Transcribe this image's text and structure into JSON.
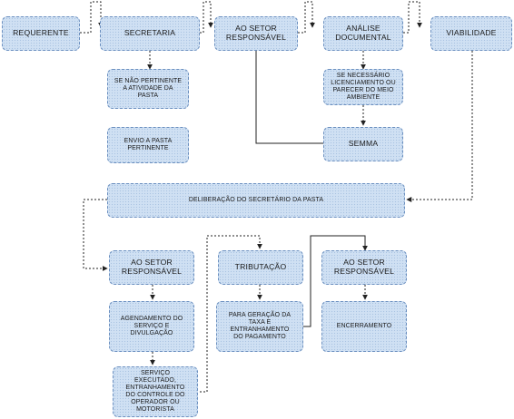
{
  "nodes": {
    "requerente": "REQUERENTE",
    "secretaria": "SECRETARIA",
    "setor1": "AO SETOR\nRESPONSÁVEL",
    "analise": "ANÁLISE\nDOCUMENTAL",
    "viabilidade": "VIABILIDADE",
    "nao_pertinente": "SE NÃO PERTINENTE\nA ATIVIDADE DA\nPASTA",
    "envio": "ENVIO A PASTA\nPERTINENTE",
    "licenciamento": "SE NECESSÁRIO\nLICENCIAMENTO OU\nPARECER DO MEIO\nAMBIENTE",
    "semma": "SEMMA",
    "deliberacao": "DELIBERAÇÃO DO SECRETÁRIO DA PASTA",
    "setor2": "AO SETOR\nRESPONSÁVEL",
    "tributacao": "TRIBUTAÇÃO",
    "setor3": "AO SETOR\nRESPONSÁVEL",
    "agendamento": "AGENDAMENTO DO\nSERVIÇO E\nDIVULGAÇÃO",
    "pagamento": "PARA GERAÇÃO DA\nTAXA E\nENTRANHAMENTO\nDO PAGAMENTO",
    "encerramento": "ENCERRAMENTO",
    "executado": "SERVIÇO\nEXECUTADO,\nENTRANHAMENTO\nDO CONTROLE DO\nOPERADOR OU\nMOTORISTA"
  },
  "colors": {
    "fill": "#cfe0f3",
    "border": "#6b8fbf",
    "line": "#222222"
  }
}
